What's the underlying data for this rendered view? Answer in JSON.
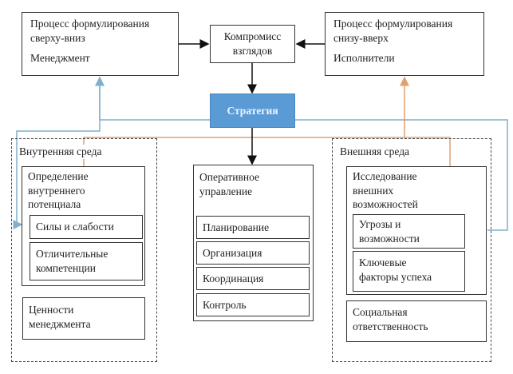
{
  "top_left": {
    "line1": "Процесс формулирования",
    "line2": "сверху-вниз",
    "line3": "Менеджмент"
  },
  "compromise": {
    "line1": "Компромисс",
    "line2": "взглядов"
  },
  "top_right": {
    "line1": "Процесс формулирования",
    "line2": "снизу-вверх",
    "line3": "Исполнители"
  },
  "strategy": "Стратегия",
  "internal": {
    "title": "Внутренняя среда",
    "definition": "Определение внутреннего потенциала",
    "items": [
      "Силы и слабости",
      "Отличительные компетенции"
    ],
    "values": "Ценности менеджмента"
  },
  "operational": {
    "title": "Оперативное управление",
    "items": [
      "Планирование",
      "Организация",
      "Координация",
      "Контроль"
    ]
  },
  "external": {
    "title": "Внешняя среда",
    "research": "Исследование внешних возможностей",
    "items": [
      "Угрозы и возможности",
      "Ключевые факторы успеха"
    ],
    "social": "Социальная ответственность"
  },
  "colors": {
    "strategy": "#5b9bd5",
    "blue_line": "#7fb0cc",
    "orange_line": "#e0a070"
  }
}
